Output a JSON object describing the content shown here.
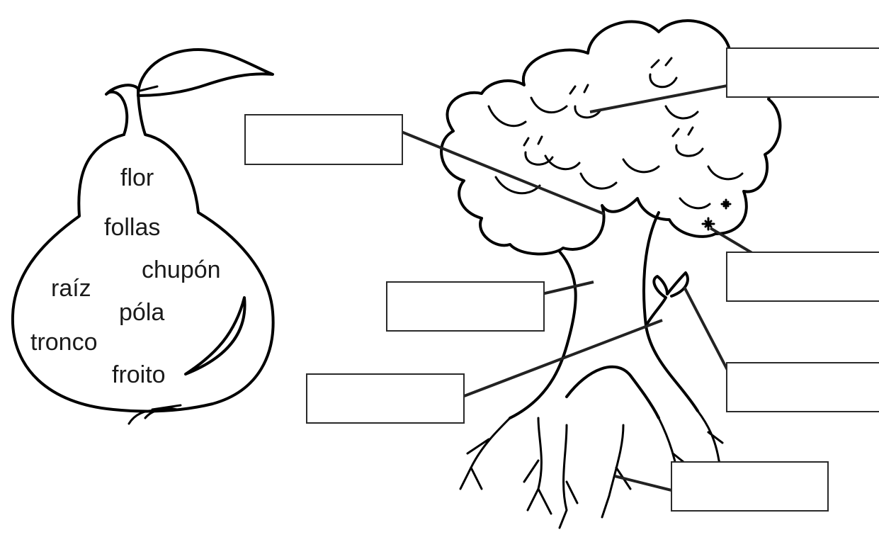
{
  "word_bank": {
    "words": [
      "flor",
      "follas",
      "chupón",
      "raíz",
      "póla",
      "tronco",
      "froito"
    ]
  },
  "diagram": {
    "answer_boxes": [
      "",
      "",
      "",
      "",
      "",
      "",
      ""
    ]
  }
}
